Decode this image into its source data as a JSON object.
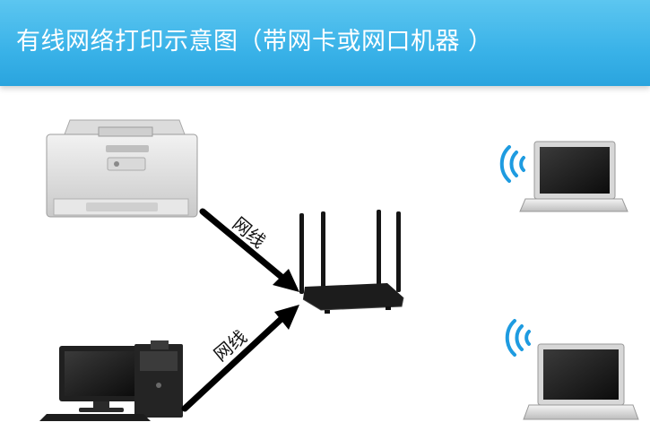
{
  "header": {
    "title": "有线网络打印示意图（带网卡或网口机器 ）"
  },
  "diagram": {
    "cable_label_printer": "网线",
    "cable_label_desktop": "网线"
  },
  "icons": {
    "printer": "laser-printer-icon",
    "router": "wireless-router-icon",
    "desktop": "desktop-computer-icon",
    "laptop": "laptop-icon",
    "wifi": "wifi-signal-icon"
  },
  "colors": {
    "banner": "#39b2e8",
    "wifi": "#1e9be0",
    "arrow": "#000000"
  }
}
